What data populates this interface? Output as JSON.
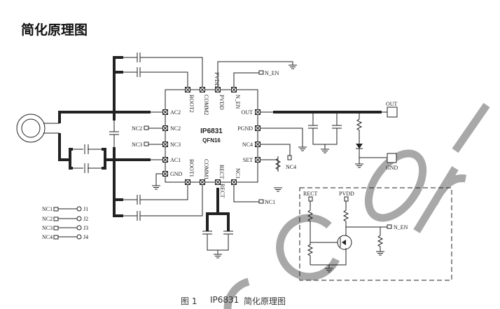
{
  "heading": "简化原理图",
  "chip": {
    "name": "IP6831",
    "package": "QFN16"
  },
  "pins": {
    "top": [
      "BOOT2",
      "COMM2",
      "PVDD",
      "N_EN"
    ],
    "left": [
      "AC2",
      "NC2",
      "NC3",
      "AC1",
      "GND"
    ],
    "right": [
      "OUT",
      "PGND",
      "NC4",
      "SET"
    ],
    "bottom": [
      "BOOT1",
      "COMM1",
      "RECT",
      "NC1"
    ]
  },
  "nets": {
    "pvdd": "PVDD",
    "n_en": "N_EN",
    "nc1": "NC1",
    "nc2": "NC2",
    "nc3": "NC3",
    "nc4": "NC4",
    "rect": "RECT",
    "out": "OUT",
    "gnd": "GND"
  },
  "jumpers": [
    {
      "net": "NC1",
      "jumper": "J1"
    },
    {
      "net": "NC2",
      "jumper": "J2"
    },
    {
      "net": "NC3",
      "jumper": "J3"
    },
    {
      "net": "NC4",
      "jumper": "J4"
    }
  ],
  "inset": {
    "rect": "RECT",
    "pvdd": "PVDD",
    "n_en": "N_EN"
  },
  "caption": {
    "fig": "图 1",
    "part": "IP6831",
    "text": "简化原理图"
  },
  "watermark": "Corp"
}
